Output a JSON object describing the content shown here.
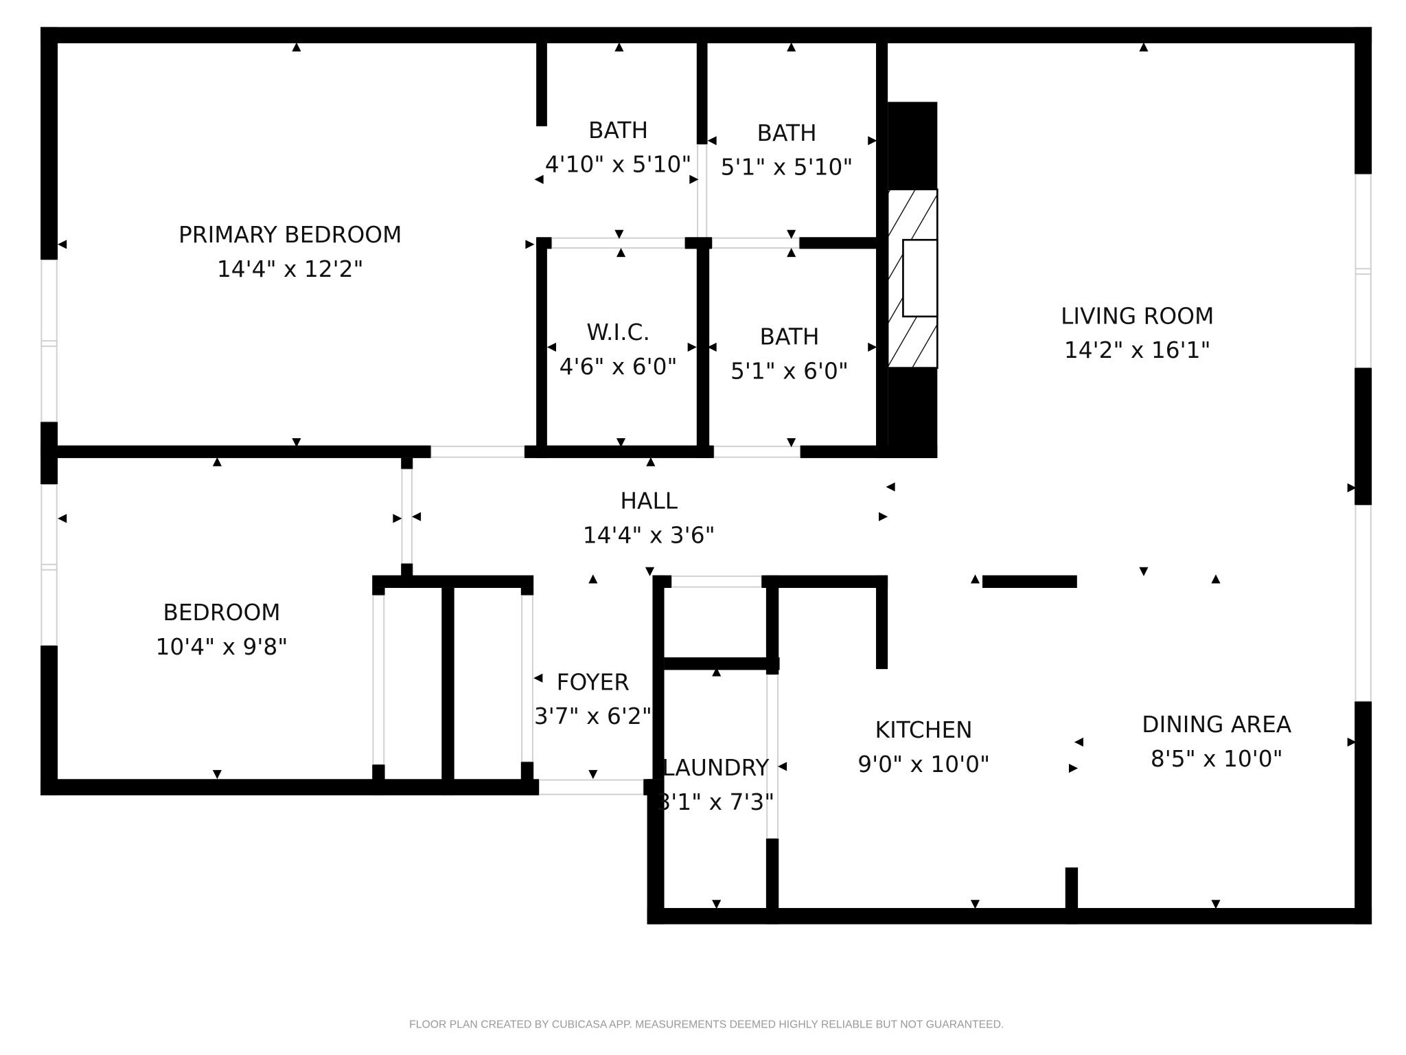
{
  "rooms": [
    {
      "id": "primary-bedroom",
      "name": "PRIMARY BEDROOM",
      "dim": "14'4\" x 12'2\""
    },
    {
      "id": "bath-1",
      "name": "BATH",
      "dim": "4'10\" x 5'10\""
    },
    {
      "id": "bath-2",
      "name": "BATH",
      "dim": "5'1\" x 5'10\""
    },
    {
      "id": "wic",
      "name": "W.I.C.",
      "dim": "4'6\" x 6'0\""
    },
    {
      "id": "bath-3",
      "name": "BATH",
      "dim": "5'1\" x 6'0\""
    },
    {
      "id": "living-room",
      "name": "LIVING ROOM",
      "dim": "14'2\" x 16'1\""
    },
    {
      "id": "hall",
      "name": "HALL",
      "dim": "14'4\" x 3'6\""
    },
    {
      "id": "bedroom",
      "name": "BEDROOM",
      "dim": "10'4\" x 9'8\""
    },
    {
      "id": "foyer",
      "name": "FOYER",
      "dim": "3'7\" x 6'2\""
    },
    {
      "id": "laundry",
      "name": "LAUNDRY",
      "dim": "3'1\" x 7'3\""
    },
    {
      "id": "kitchen",
      "name": "KITCHEN",
      "dim": "9'0\" x 10'0\""
    },
    {
      "id": "dining-area",
      "name": "DINING AREA",
      "dim": "8'5\" x 10'0\""
    }
  ],
  "footer": "FLOOR PLAN CREATED BY CUBICASA APP. MEASUREMENTS DEEMED HIGHLY RELIABLE BUT NOT GUARANTEED.",
  "colors": {
    "wall": "#000000",
    "background": "#ffffff",
    "opening": "#d0d0d0",
    "footer": "#999999"
  }
}
